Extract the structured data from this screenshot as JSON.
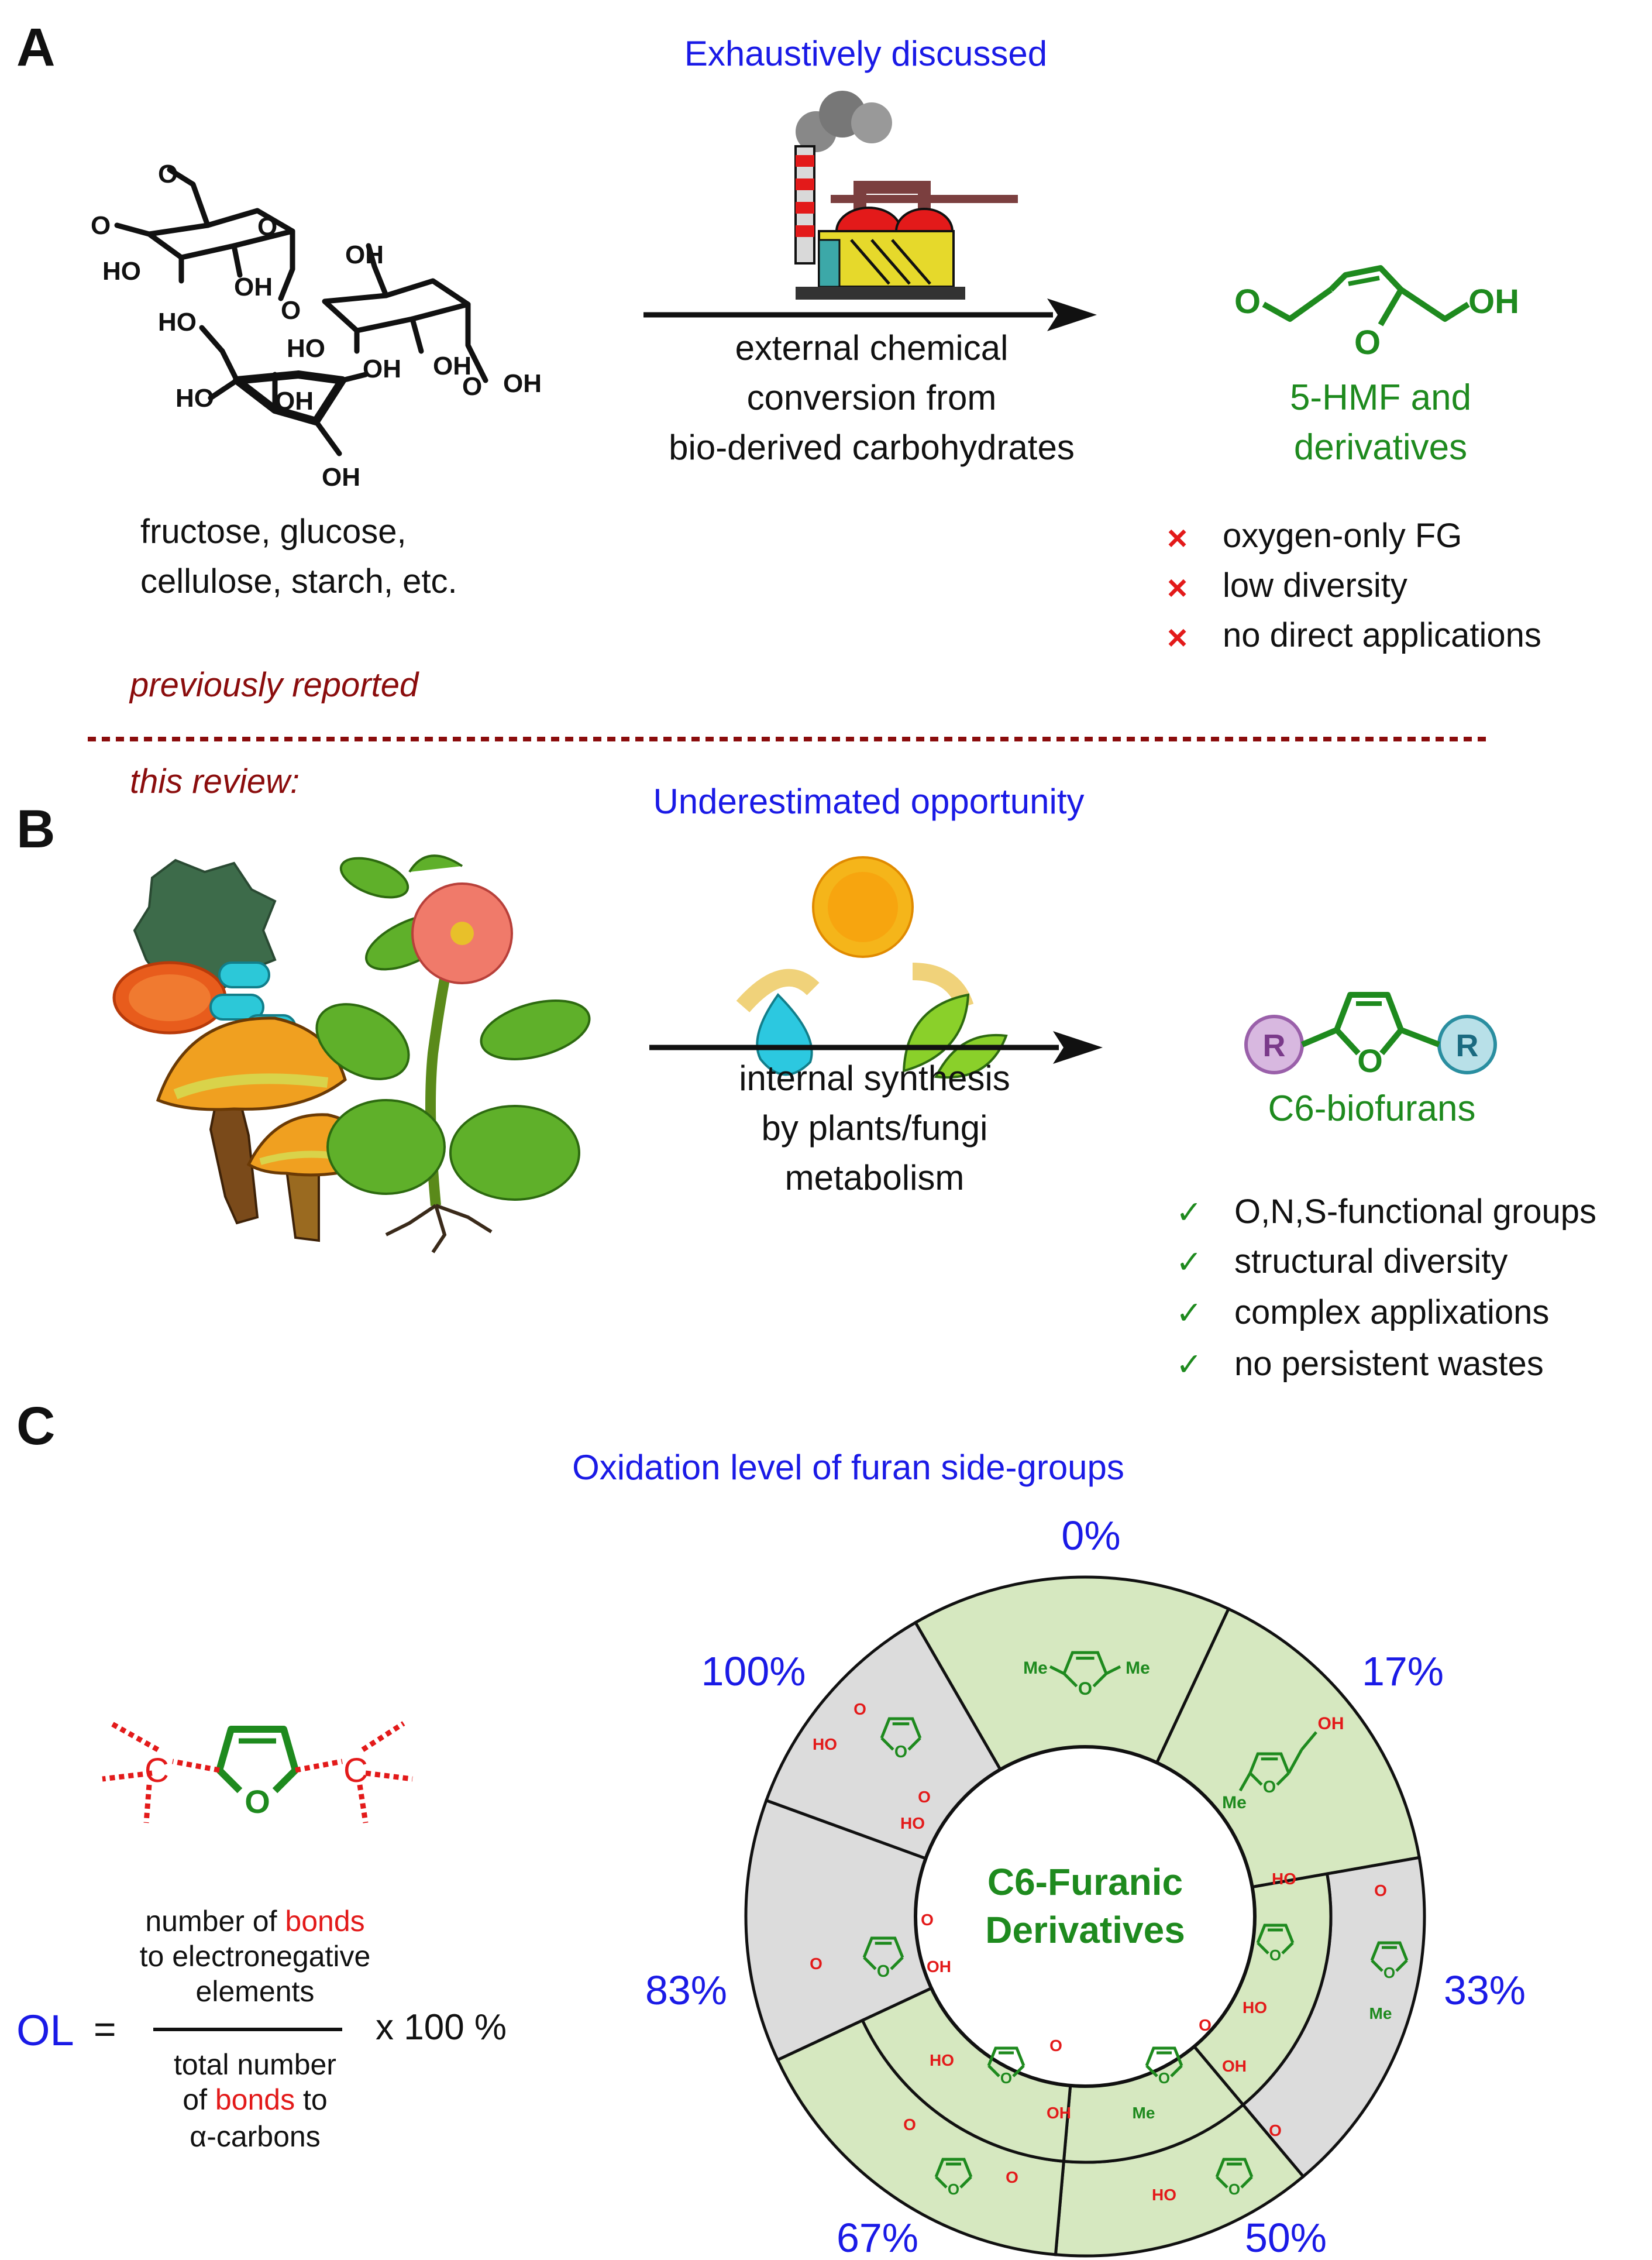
{
  "colors": {
    "blue": "#1a1ae6",
    "green": "#1e8a1e",
    "red": "#e31a1a",
    "darkred": "#8b0d0d",
    "black": "#111111",
    "seg_green": "#d6e8c0",
    "seg_gray": "#dcdcdc"
  },
  "panelA": {
    "label": "A",
    "title": "Exhaustively discussed",
    "arrow_text": [
      "external chemical",
      "conversion from",
      "bio-derived carbohydrates"
    ],
    "carb_caption": [
      "fructose, glucose,",
      "cellulose, starch, etc."
    ],
    "product_name": [
      "5-HMF and",
      "derivatives"
    ],
    "cons": [
      "oxygen-only FG",
      "low diversity",
      "no direct applications"
    ],
    "note": "previously reported",
    "struct": {
      "aldehyde": "O",
      "ring_o": "O",
      "oh": "OH"
    },
    "carb_labels": [
      "O",
      "O",
      "O",
      "O",
      "HO",
      "OH",
      "OH",
      "OH",
      "HO",
      "HO",
      "OH",
      "OH",
      "HO",
      "OH",
      "OH",
      "O"
    ]
  },
  "panelB": {
    "label": "B",
    "note": "this review:",
    "title": "Underestimated opportunity",
    "arrow_text": [
      "internal synthesis",
      "by plants/fungi",
      "metabolism"
    ],
    "product_name": "C6-biofurans",
    "r_label": "R",
    "ring_o": "O",
    "pros": [
      "O,N,S-functional groups",
      "structural diversity",
      "complex applixations",
      "no persistent wastes"
    ]
  },
  "panelC": {
    "label": "C",
    "title": "Oxidation level of furan side-groups",
    "center": [
      "C6-Furanic",
      "Derivatives"
    ],
    "ol_symbol": "OL",
    "equals": "=",
    "numerator": [
      [
        "number of ",
        "bonds"
      ],
      [
        "to electronegative",
        ""
      ],
      [
        "elements",
        ""
      ]
    ],
    "denominator": [
      [
        "total number",
        ""
      ],
      [
        "of ",
        "bonds",
        " to"
      ],
      [
        "α-carbons",
        ""
      ]
    ],
    "multiplier": "x 100  %",
    "struct_c": "C",
    "struct_o": "O",
    "percentages": [
      "0%",
      "17%",
      "33%",
      "50%",
      "67%",
      "83%",
      "100%"
    ],
    "molecule_labels": {
      "me": "Me",
      "o": "O",
      "oh": "OH",
      "ho": "HO"
    }
  }
}
